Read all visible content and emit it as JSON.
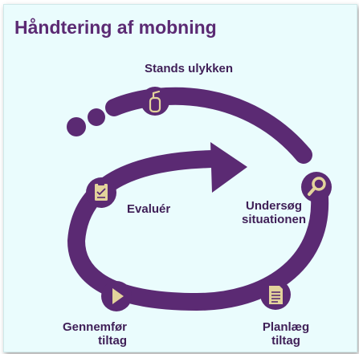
{
  "title": "Håndtering af mobning",
  "colors": {
    "accent": "#5b2a73",
    "icon_fill": "#e3d39b",
    "background": "#eafcfd",
    "label_text": "#3f1f57"
  },
  "steps": [
    {
      "label": "Stands ulykken",
      "icon": "fire-extinguisher-icon"
    },
    {
      "label_line1": "Undersøg",
      "label_line2": "situationen",
      "icon": "magnifier-icon"
    },
    {
      "label_line1": "Planlæg",
      "label_line2": "tiltag",
      "icon": "document-list-icon"
    },
    {
      "label_line1": "Gennemfør",
      "label_line2": "tiltag",
      "icon": "play-icon"
    },
    {
      "label": "Evaluér",
      "icon": "checklist-icon"
    }
  ]
}
